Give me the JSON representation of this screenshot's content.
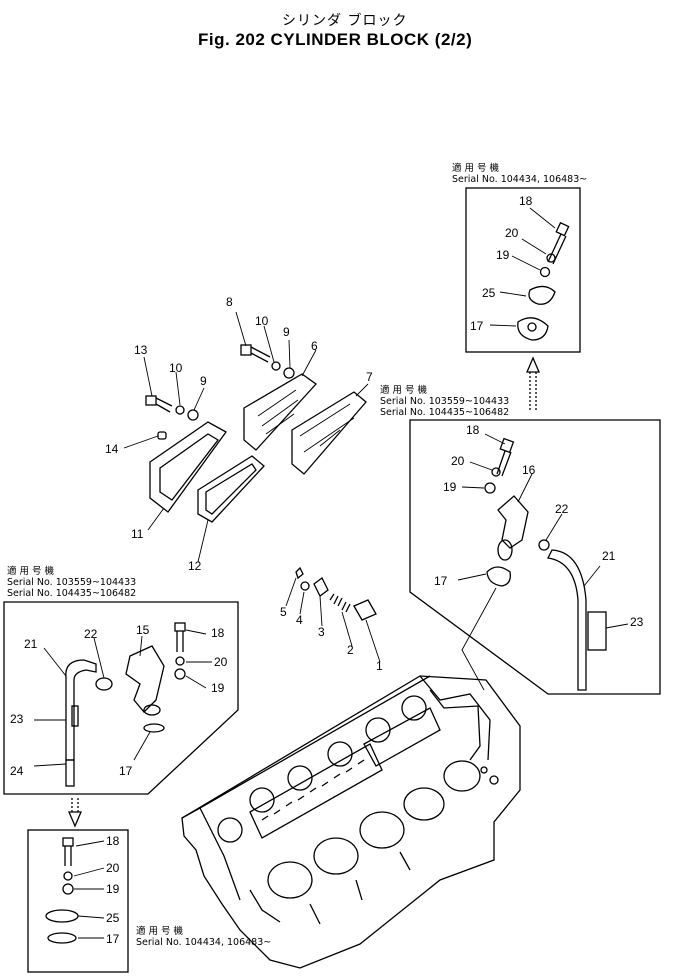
{
  "header": {
    "title_jp": "シリンダ ブロック",
    "title": "Fig. 202 CYLINDER BLOCK (2/2)"
  },
  "notes": {
    "top_right_jp": "適 用 号 機",
    "top_right_serial": "Serial No. 104434, 106483~",
    "mid_right_jp": "適 用 号 機",
    "mid_right_serial1": "Serial No. 103559~104433",
    "mid_right_serial2": "Serial No. 104435~106482",
    "left_jp": "適 用 号 機",
    "left_serial1": "Serial No. 103559~104433",
    "left_serial2": "Serial No. 104435~106482",
    "bottom_jp": "適 用 号 機",
    "bottom_serial": "Serial No. 104434, 106483~"
  },
  "part_numbers": {
    "p1": "1",
    "p2": "2",
    "p3": "3",
    "p4": "4",
    "p5": "5",
    "p6": "6",
    "p7": "7",
    "p8": "8",
    "p9": "9",
    "p10": "10",
    "p11": "11",
    "p12": "12",
    "p13": "13",
    "p14": "14",
    "p15": "15",
    "p16": "16",
    "p17": "17",
    "p18": "18",
    "p19": "19",
    "p20": "20",
    "p21": "21",
    "p22": "22",
    "p23": "23",
    "p24": "24",
    "p25": "25"
  }
}
